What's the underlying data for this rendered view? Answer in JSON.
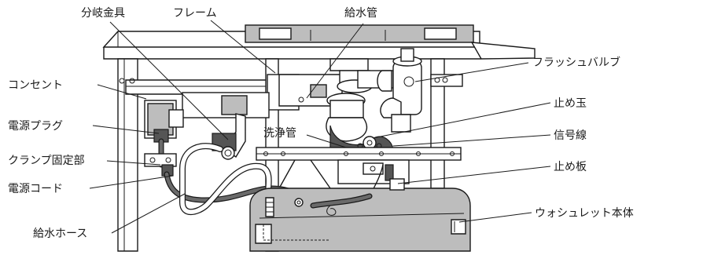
{
  "labels": {
    "branch_fitting": "分岐金具",
    "frame": "フレーム",
    "supply_pipe": "給水管",
    "flush_valve": "フラッシュバルブ",
    "outlet": "コンセント",
    "stopper_ball": "止め玉",
    "power_plug": "電源プラグ",
    "wash_pipe": "洗浄管",
    "signal_wire": "信号線",
    "clamp_fixing": "クランプ固定部",
    "stop_plate": "止め板",
    "power_cord": "電源コード",
    "washlet_body": "ウォシュレット本体",
    "supply_hose": "給水ホース"
  }
}
